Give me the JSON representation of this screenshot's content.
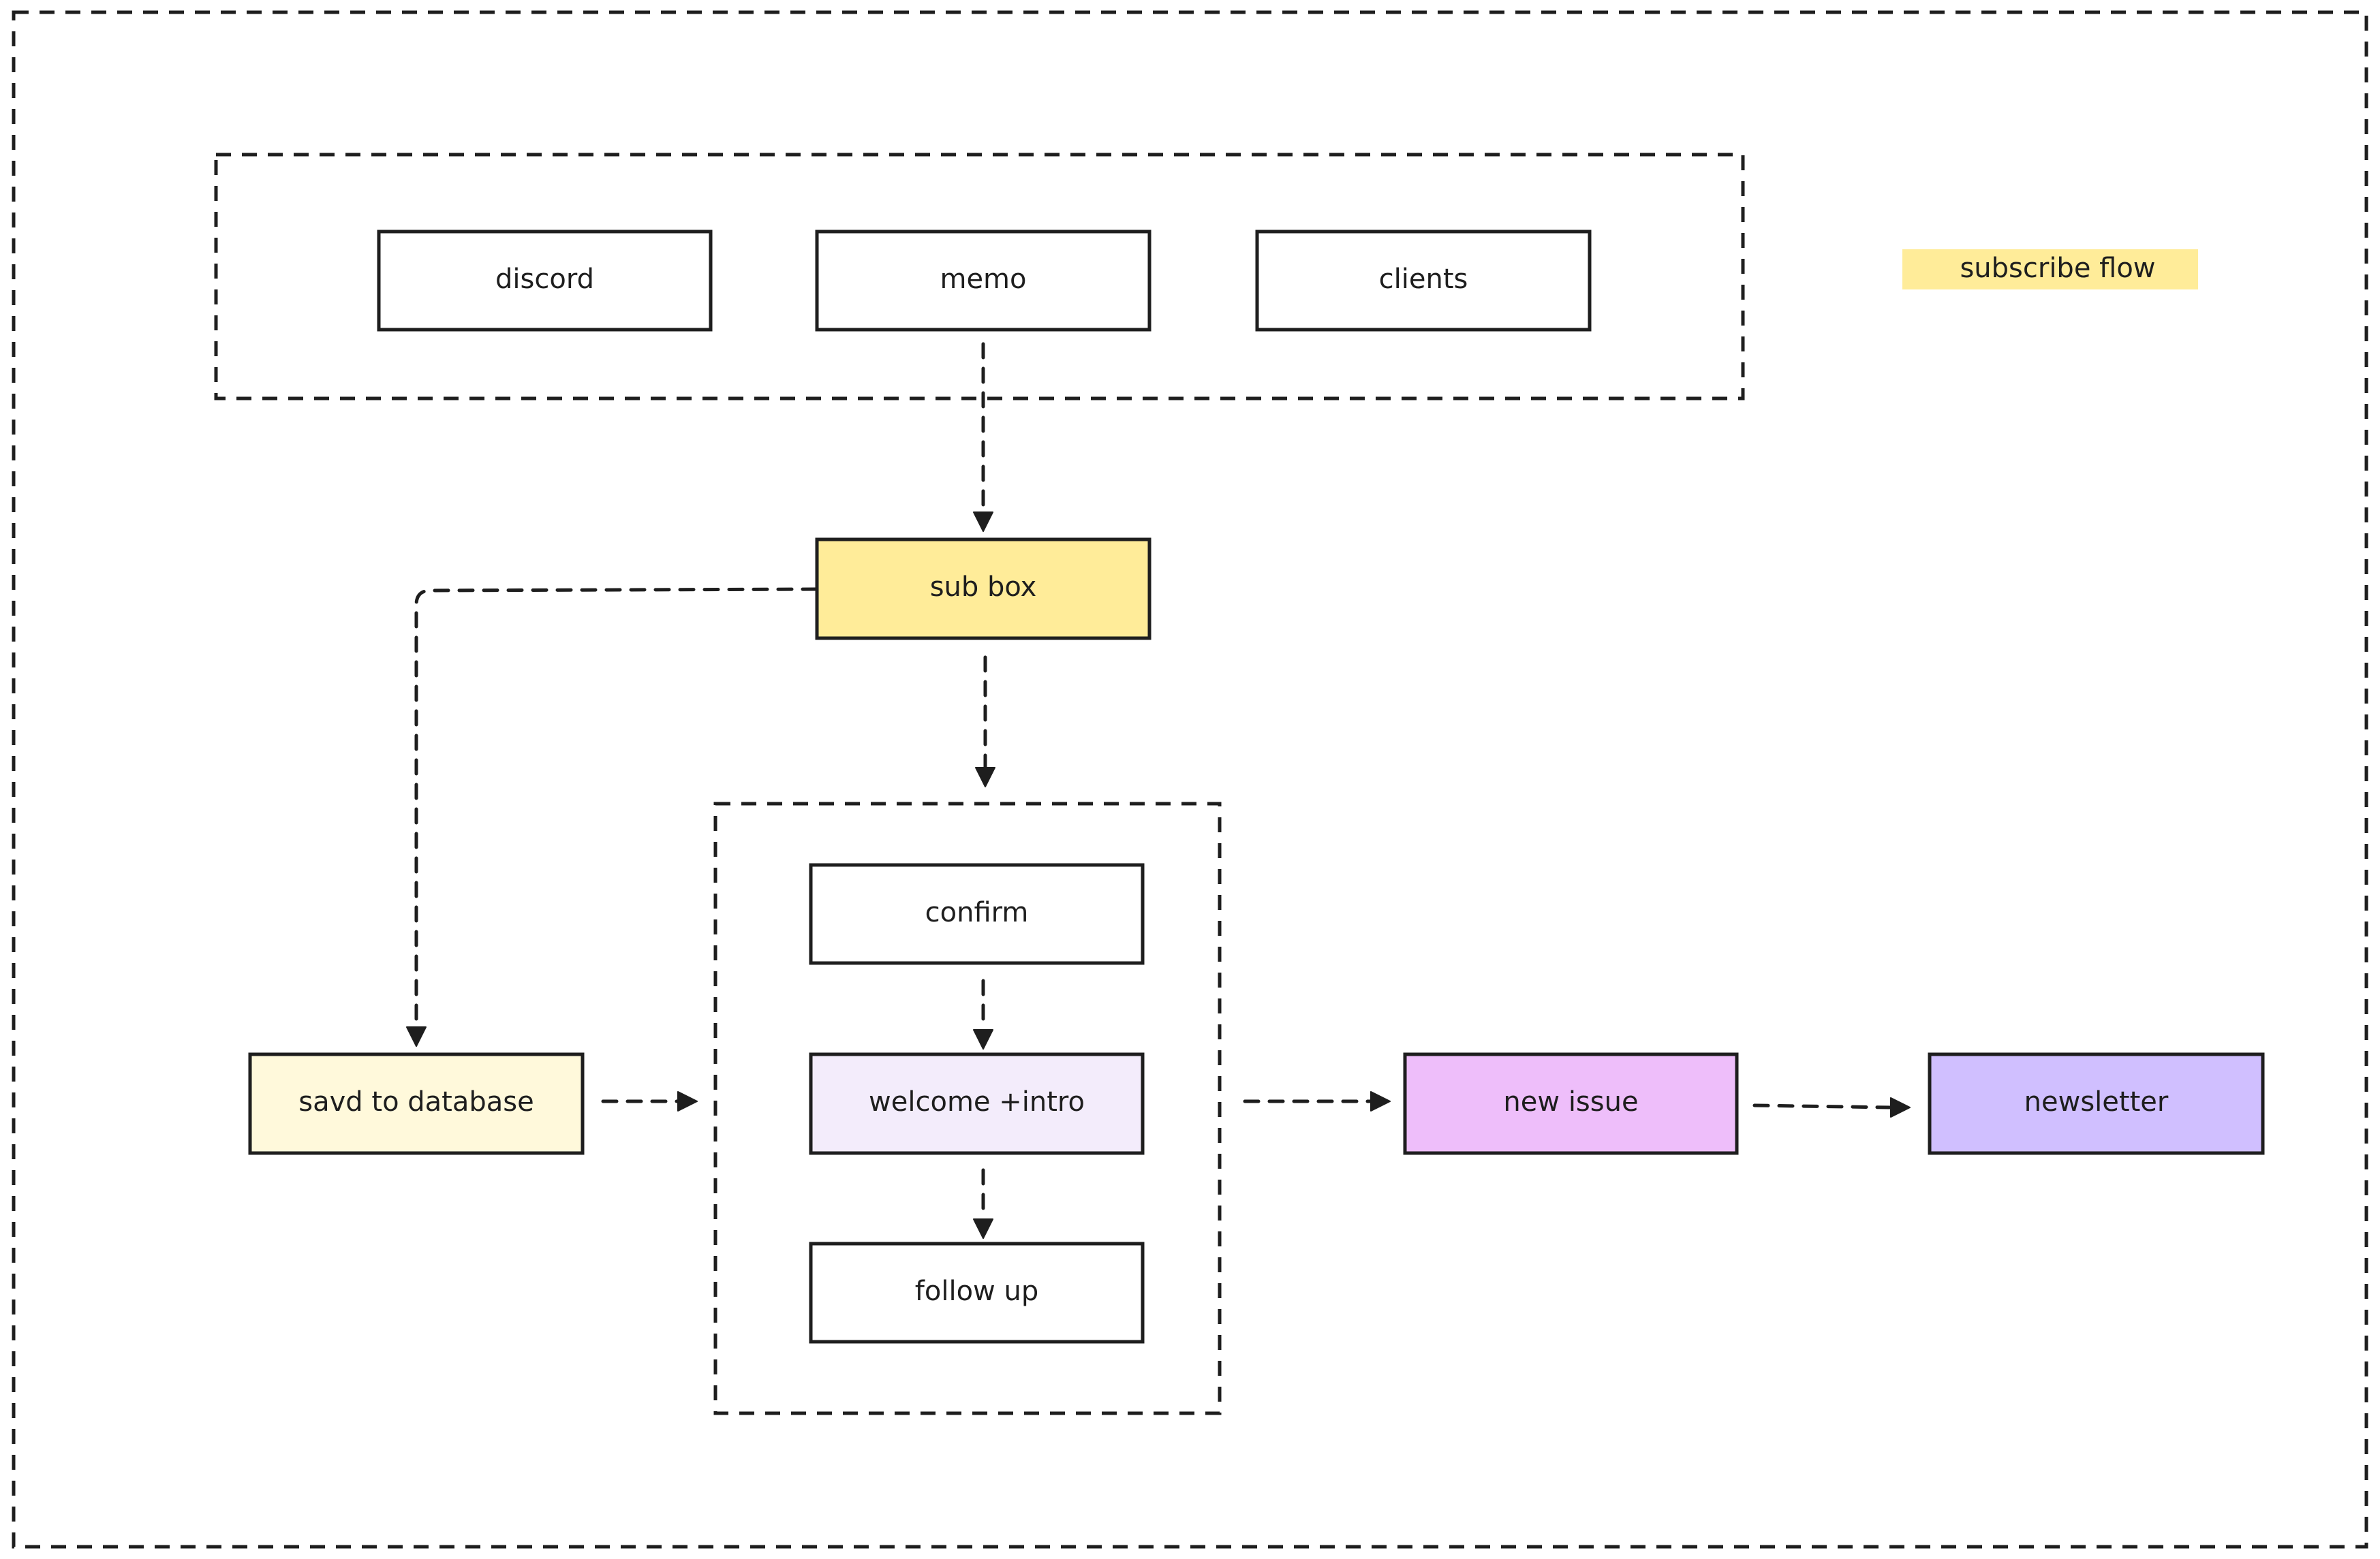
{
  "title": "subscribe flow",
  "colors": {
    "stroke": "#1e1e1e",
    "title_highlight": "#ffec99",
    "sub_box_fill": "#ffec99",
    "database_fill": "#fff9db",
    "welcome_fill": "#f3ecfb",
    "new_issue_fill": "#eebefa",
    "newsletter_fill": "#d0bfff",
    "default_fill": "#ffffff"
  },
  "nodes": {
    "discord": "discord",
    "memo": "memo",
    "clients": "clients",
    "sub_box": "sub box",
    "saved_to_database": "savd to database",
    "confirm": "confirm",
    "welcome_intro": "welcome +intro",
    "follow_up": "follow up",
    "new_issue": "new issue",
    "newsletter": "newsletter"
  },
  "edges": [
    {
      "from": "memo",
      "to": "sub_box",
      "style": "dashed"
    },
    {
      "from": "sub_box",
      "to": "saved_to_database",
      "style": "dashed"
    },
    {
      "from": "sub_box",
      "to": "email_sequence_group",
      "style": "dashed"
    },
    {
      "from": "saved_to_database",
      "to": "email_sequence_group",
      "style": "dashed"
    },
    {
      "from": "confirm",
      "to": "welcome_intro",
      "style": "dashed"
    },
    {
      "from": "welcome_intro",
      "to": "follow_up",
      "style": "dashed"
    },
    {
      "from": "email_sequence_group",
      "to": "new_issue",
      "style": "dashed"
    },
    {
      "from": "new_issue",
      "to": "newsletter",
      "style": "dashed"
    }
  ]
}
